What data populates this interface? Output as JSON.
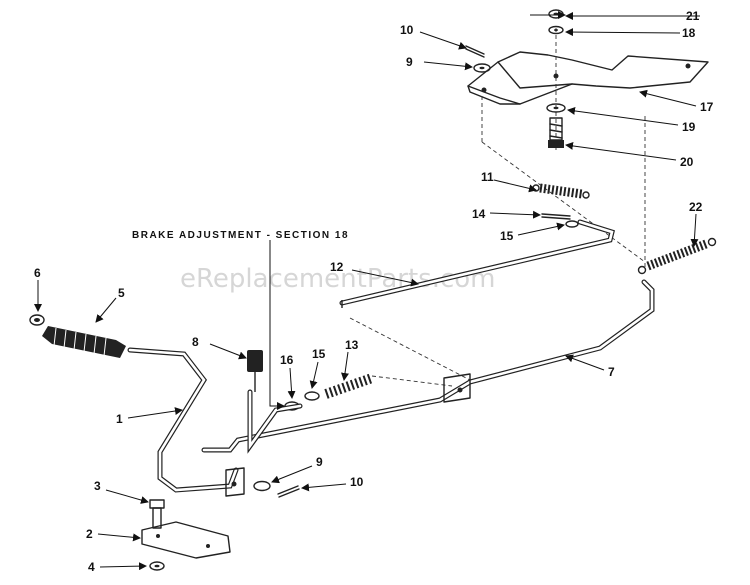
{
  "watermark": "eReplacementParts.com",
  "callout": "BRAKE ADJUSTMENT - SECTION 18",
  "labels": {
    "p1": "1",
    "p2": "2",
    "p3": "3",
    "p4": "4",
    "p5": "5",
    "p6": "6",
    "p7": "7",
    "p8": "8",
    "p9a": "9",
    "p9b": "9",
    "p10a": "10",
    "p10b": "10",
    "p11": "11",
    "p12": "12",
    "p13": "13",
    "p14": "14",
    "p15a": "15",
    "p15b": "15",
    "p16": "16",
    "p17": "17",
    "p18": "18",
    "p19": "19",
    "p20": "20",
    "p21": "21",
    "p22": "22"
  }
}
